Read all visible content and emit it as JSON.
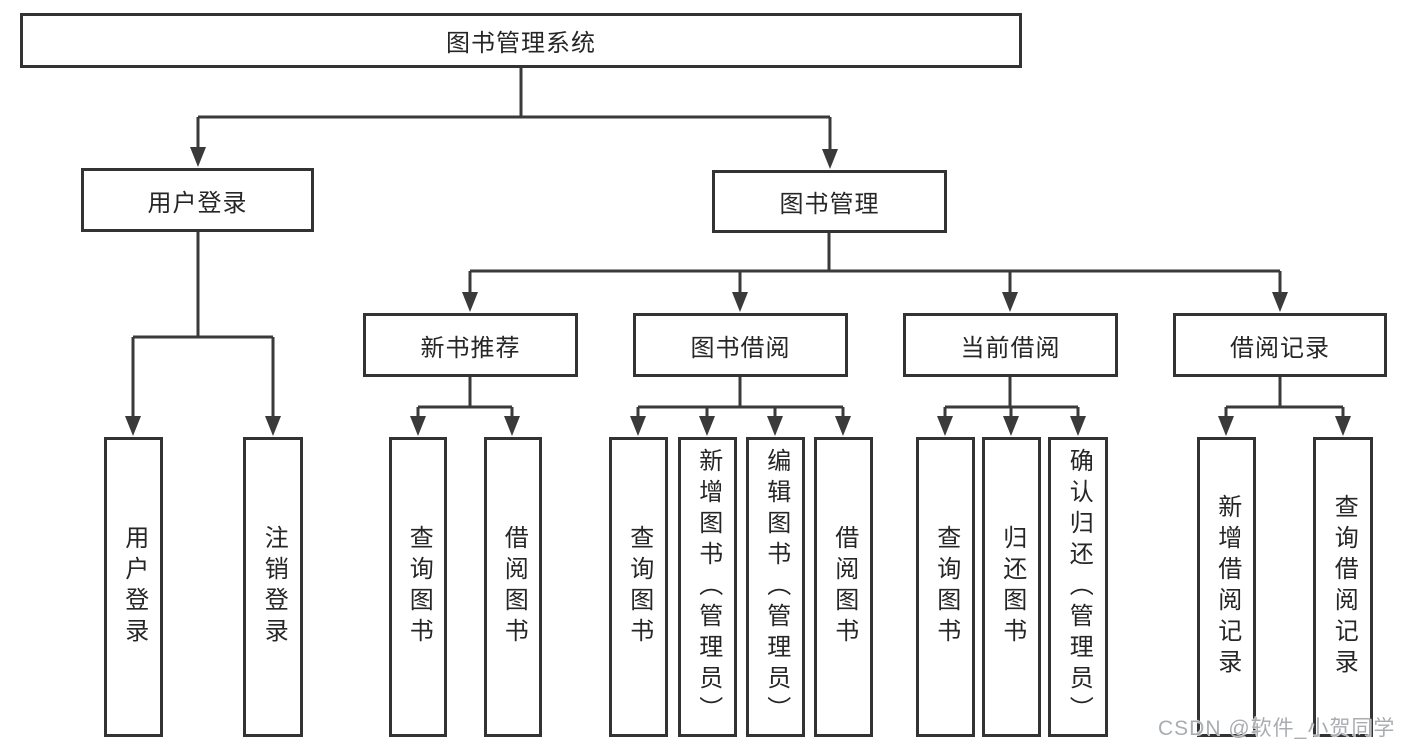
{
  "nodes": {
    "root": "图书管理系统",
    "level2": [
      "用户登录",
      "图书管理"
    ],
    "level3": [
      "新书推荐",
      "图书借阅",
      "当前借阅",
      "借阅记录"
    ],
    "leaves": [
      "用户登录",
      "注销登录",
      "查询图书",
      "借阅图书",
      "查询图书",
      "新增图书（管理员）",
      "编辑图书（管理员）",
      "借阅图书",
      "查询图书",
      "归还图书",
      "确认归还（管理员）",
      "新增借阅记录",
      "查询借阅记录"
    ]
  },
  "watermark": "CSDN @软件_小贺同学",
  "colors": {
    "line": "#3a3a3a",
    "border": "#333333",
    "text": "#262626",
    "background": "#ffffff",
    "watermark": "#a9adb2"
  }
}
